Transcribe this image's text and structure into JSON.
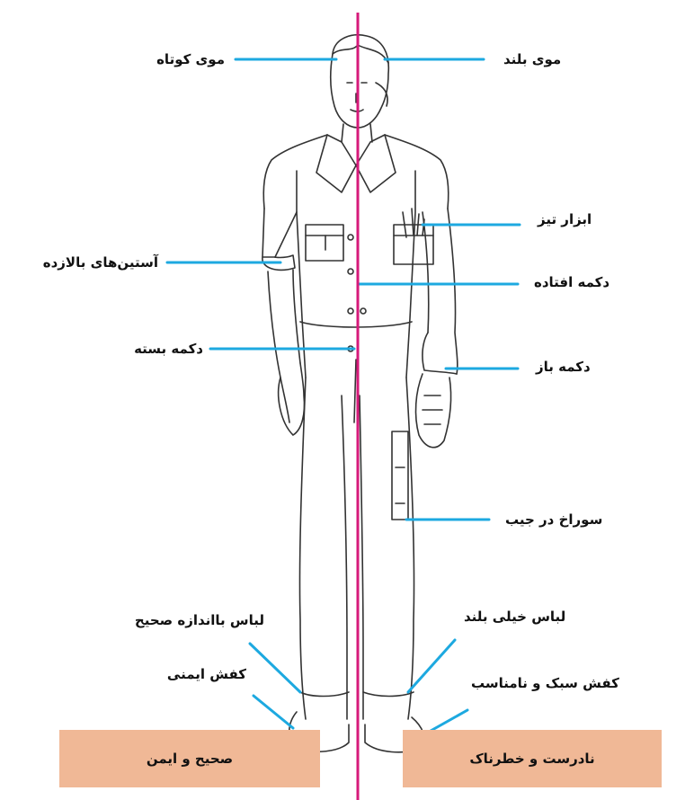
{
  "colors": {
    "leader_line": "#1da9e0",
    "divider_line": "#d6197a",
    "box_fill": "#f0b896",
    "figure_stroke": "#333333"
  },
  "labels": {
    "short_hair": "موی کوتاه",
    "long_hair": "موی بلند",
    "sharp_tools": "ابزار تیز",
    "rolled_sleeves": "آستین‌های بالازده",
    "missing_button": "دکمه افتاده",
    "closed_button": "دکمه بسته",
    "open_button": "دکمه باز",
    "hole_in_pocket": "سوراخ در جیب",
    "proper_size_clothing": "لباس بااندازه صحیح",
    "very_long_clothing": "لباس خیلی بلند",
    "safety_shoes": "کفش ایمنی",
    "light_unsuitable_shoes": "کفش سبک و نامناسب"
  },
  "boxes": {
    "correct_safe": "صحیح و ایمن",
    "incorrect_dangerous": "نادرست و خطرناک"
  }
}
